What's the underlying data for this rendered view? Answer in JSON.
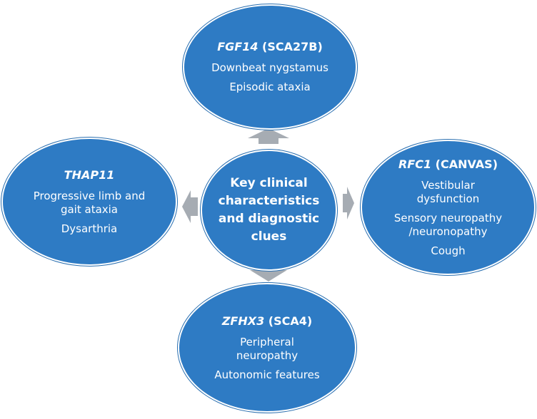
{
  "center": {
    "label": "Key clinical characteristics and diagnostic clues"
  },
  "nodes": {
    "top": {
      "gene": "FGF14",
      "suffix": " (SCA27B)",
      "items": [
        "Downbeat nygstamus",
        "Episodic ataxia"
      ]
    },
    "left": {
      "gene": "THAP11",
      "suffix": "",
      "items": [
        "Progressive limb and gait ataxia",
        "Dysarthria"
      ]
    },
    "right": {
      "gene": "RFC1",
      "suffix": " (CANVAS)",
      "items": [
        "Vestibular dysfunction",
        "Sensory neuropathy /neuronopathy",
        "Cough"
      ]
    },
    "bottom": {
      "gene": "ZFHX3",
      "suffix": " (SCA4)",
      "items": [
        "Peripheral neuropathy",
        "Autonomic features"
      ]
    }
  },
  "colors": {
    "ellipse_fill": "#2e7bc4",
    "text": "#ffffff",
    "arrow": "#a6acb3"
  },
  "icons": {
    "up": "arrow-up-icon",
    "down": "arrow-down-icon",
    "left": "arrow-left-icon",
    "right": "arrow-right-icon"
  }
}
